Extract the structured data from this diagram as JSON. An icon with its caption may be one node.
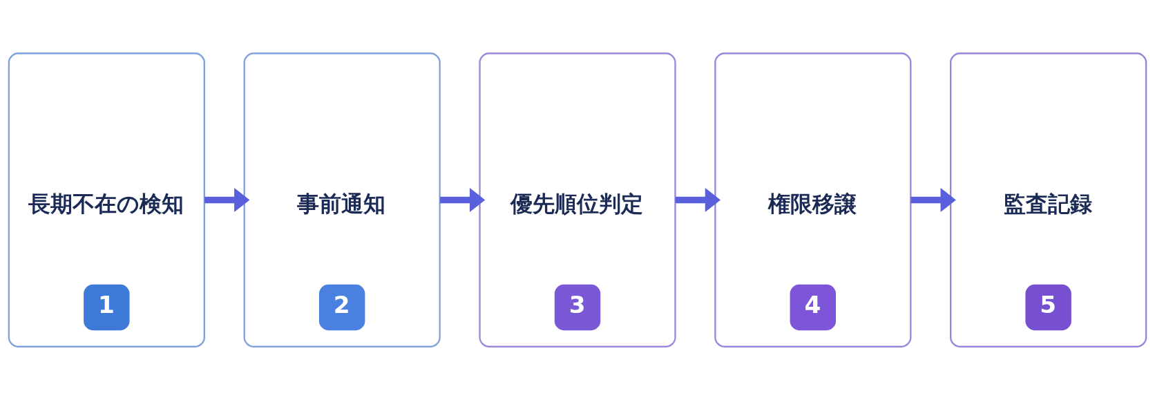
{
  "diagram": {
    "nodes": [
      {
        "text": [
          "長期不在の検知",
          "1"
        ]
      },
      {
        "text": [
          "事前通知",
          "2"
        ]
      },
      {
        "text": [
          "優先順位判定",
          "3"
        ]
      },
      {
        "text": [
          "権限移譲",
          "4"
        ]
      },
      {
        "text": [
          "監査記録",
          "5"
        ]
      }
    ],
    "edges": [
      {
        "from": 0,
        "to": 1,
        "arrow": "to"
      },
      {
        "from": 1,
        "to": 2,
        "arrow": "to"
      },
      {
        "from": 2,
        "to": 3,
        "arrow": "to"
      },
      {
        "from": 3,
        "to": 4,
        "arrow": "to"
      }
    ]
  }
}
